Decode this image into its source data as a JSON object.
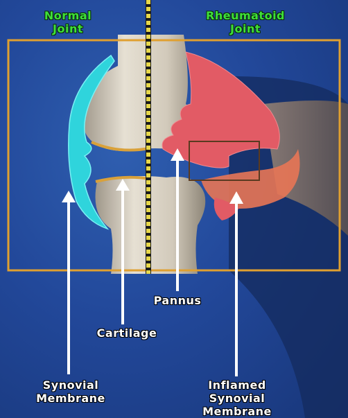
{
  "headings": {
    "normal": [
      "Normal",
      "Joint"
    ],
    "rheumatoid": [
      "Rheumatoid",
      "Joint"
    ]
  },
  "labels": {
    "pannus": "Pannus",
    "cartilage": "Cartilage",
    "synovial": [
      "Synovial",
      "Membrane"
    ],
    "inflamed": [
      "Inflamed",
      "Synovial",
      "Membrane"
    ]
  },
  "colors": {
    "heading": "#3ee03a",
    "frame": "#e0a030",
    "synovial_membrane": "#2fd4dc",
    "inflamed_tissue": "#e8606a",
    "bone": "#d9d2c2",
    "arrow": "#ffffff"
  }
}
